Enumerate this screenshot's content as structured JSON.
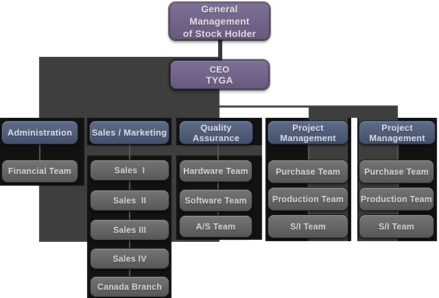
{
  "title_box": {
    "line1": "General Management",
    "line2": "of Stock Holder"
  },
  "ceo_box": {
    "role": "CEO",
    "name": "TYGA"
  },
  "columns": [
    {
      "header": "Administration",
      "teams": [
        "Financial Team"
      ]
    },
    {
      "header": "Sales / Marketing",
      "teams": [
        "Sales  I",
        "Sales  II",
        "Sales III",
        "Sales IV",
        "Canada Branch"
      ]
    },
    {
      "header": "Quality Assurance",
      "teams": [
        "Hardware Team",
        "Software Team",
        "A/S Team"
      ]
    },
    {
      "header": "Project Management",
      "teams": [
        "Purchase Team",
        "Production Team",
        "S/I Team"
      ]
    },
    {
      "header": "Project Management",
      "teams": [
        "Purchase Team",
        "Production Team",
        "S/I Team"
      ]
    }
  ],
  "colors": {
    "background_panel": "#3e3e3e",
    "column_strip": "#121212",
    "node_purple": "#73658a",
    "node_blue": "#4e5b79",
    "node_gray": "#696969",
    "text_light": "#e6e6e6"
  }
}
